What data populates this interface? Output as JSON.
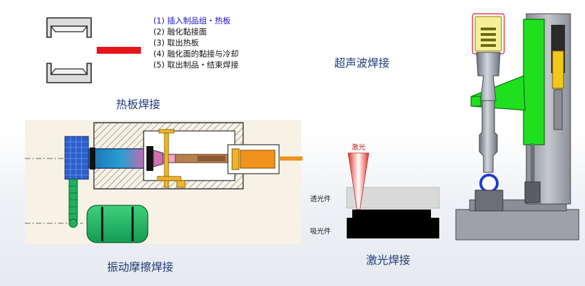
{
  "hotplate": {
    "steps": [
      "(1) 插入制品组・热板",
      "(2) 融化黏接面",
      "(3) 取出热板",
      "(4) 融化面的黏接与冷却",
      "(5) 取出制品・结束焊接"
    ],
    "title": "热板焊接"
  },
  "ultrasonic": {
    "title": "超声波焊接"
  },
  "vibration": {
    "title": "振动摩擦焊接"
  },
  "laser": {
    "beam_label": "激光",
    "transmit_label": "透光件",
    "absorb_label": "吸光件",
    "title": "激光焊接"
  },
  "colors": {
    "highlight_step": "#1515c8",
    "hot_plate": "#e8141c",
    "machine_green": "#1ee01e",
    "laser_red": "#e0362a",
    "title_blue": "#1f3a7a"
  }
}
